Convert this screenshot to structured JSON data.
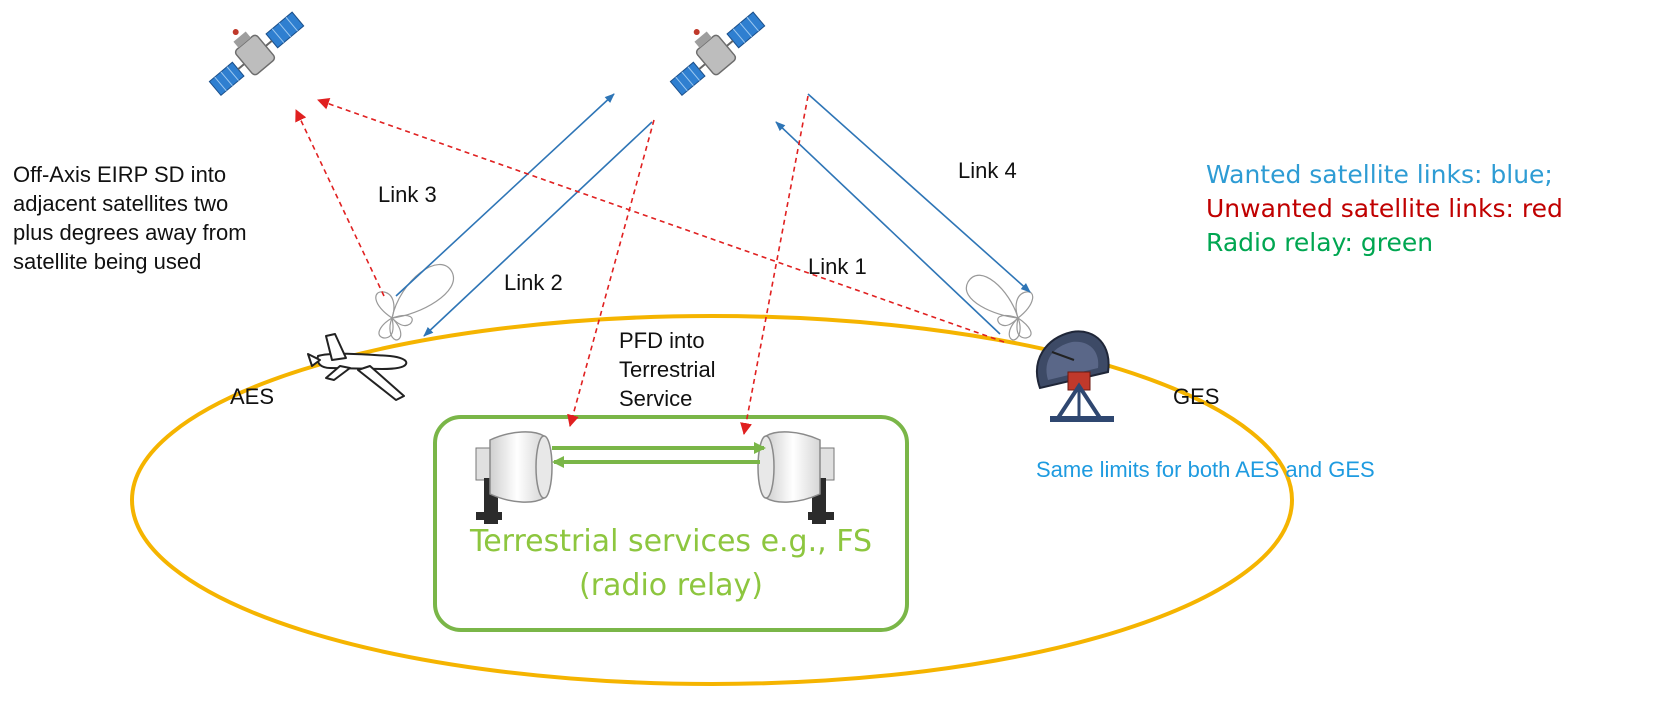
{
  "labels": {
    "offaxis": "Off-Axis EIRP SD into\nadjacent satellites two\nplus degrees away from\nsatellite being used",
    "link1": "Link 1",
    "link2": "Link 2",
    "link3": "Link 3",
    "link4": "Link 4",
    "pfd": "PFD into\nTerrestrial\nService",
    "aes": "AES",
    "ges": "GES",
    "same_limits": "Same limits for both AES and GES",
    "terrestrial_line1": "Terrestrial services e.g., FS",
    "terrestrial_line2": "(radio relay)"
  },
  "legend": {
    "wanted": "Wanted satellite links:  blue;",
    "unwanted": "Unwanted satellite links: red",
    "relay": "Radio relay: green"
  },
  "colors": {
    "wanted": "#2E75B6",
    "unwanted": "#E02020",
    "relay": "#7AB648",
    "ellipse": "#F5B400",
    "legend_blue": "#2E9CD4",
    "legend_red": "#C00000",
    "legend_green": "#00A651",
    "note_blue": "#1E9BE0",
    "terrestrial_text": "#8DC63F"
  },
  "icons": {
    "satellite_left": "satellite-icon",
    "satellite_center": "satellite-icon",
    "airplane": "airplane-icon",
    "dish": "satellite-dish-icon",
    "relay_left": "radio-relay-antenna-icon",
    "relay_right": "radio-relay-antenna-icon"
  }
}
